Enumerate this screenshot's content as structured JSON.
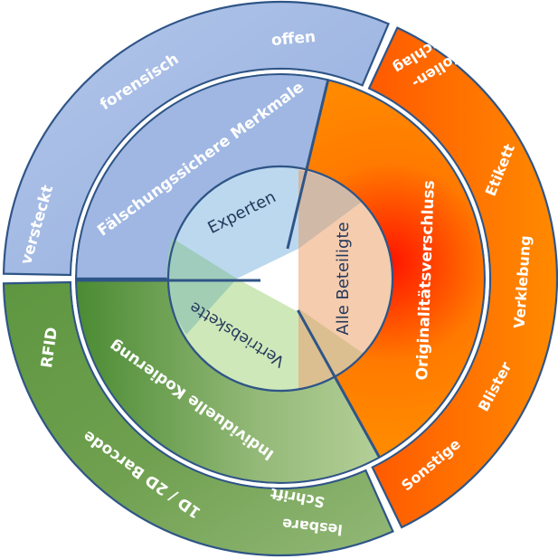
{
  "diagram": {
    "title": "",
    "colors": {
      "blue_outer": "#a7bde6",
      "blue_mid": "#9fb7e2",
      "orange": "#ff8000",
      "orange_center": "#ff1a00",
      "green_dark": "#4f8c36",
      "green_light": "#a9c68a",
      "stroke": "#2f5587",
      "inner_blue": "#bcd8ef",
      "inner_peach": "#f5ccae",
      "inner_green": "#cfe8b9",
      "overlap_teal": "#9acab3",
      "overlap_tan": "#d9be8e",
      "overlap_mauve": "#cdb7a6"
    },
    "center": {
      "segments": [
        {
          "id": "experten",
          "label": "Experten"
        },
        {
          "id": "alle-beteiligte",
          "label": "Alle Beteiligte"
        },
        {
          "id": "vertriebskette",
          "label": "Vertriebskette"
        }
      ]
    },
    "middle_ring": {
      "segments": [
        {
          "id": "faelschungssichere-merkmale",
          "label": "Fälschungssichere Merkmale"
        },
        {
          "id": "originalitaetsverschluss",
          "label": "Originalitätsverschluss"
        },
        {
          "id": "individuelle-kodierung",
          "label": "Individuelle Kodierung"
        }
      ]
    },
    "outer_ring": {
      "blue": [
        "versteckt",
        "forensisch",
        "offen"
      ],
      "orange": [
        "Folien-",
        "einschlag",
        "Etikett",
        "Verklebung",
        "Blister",
        "Sonstige"
      ],
      "green": [
        "RFID",
        "1D / 2D Barcode",
        "lesbare",
        "Schrift"
      ]
    }
  }
}
